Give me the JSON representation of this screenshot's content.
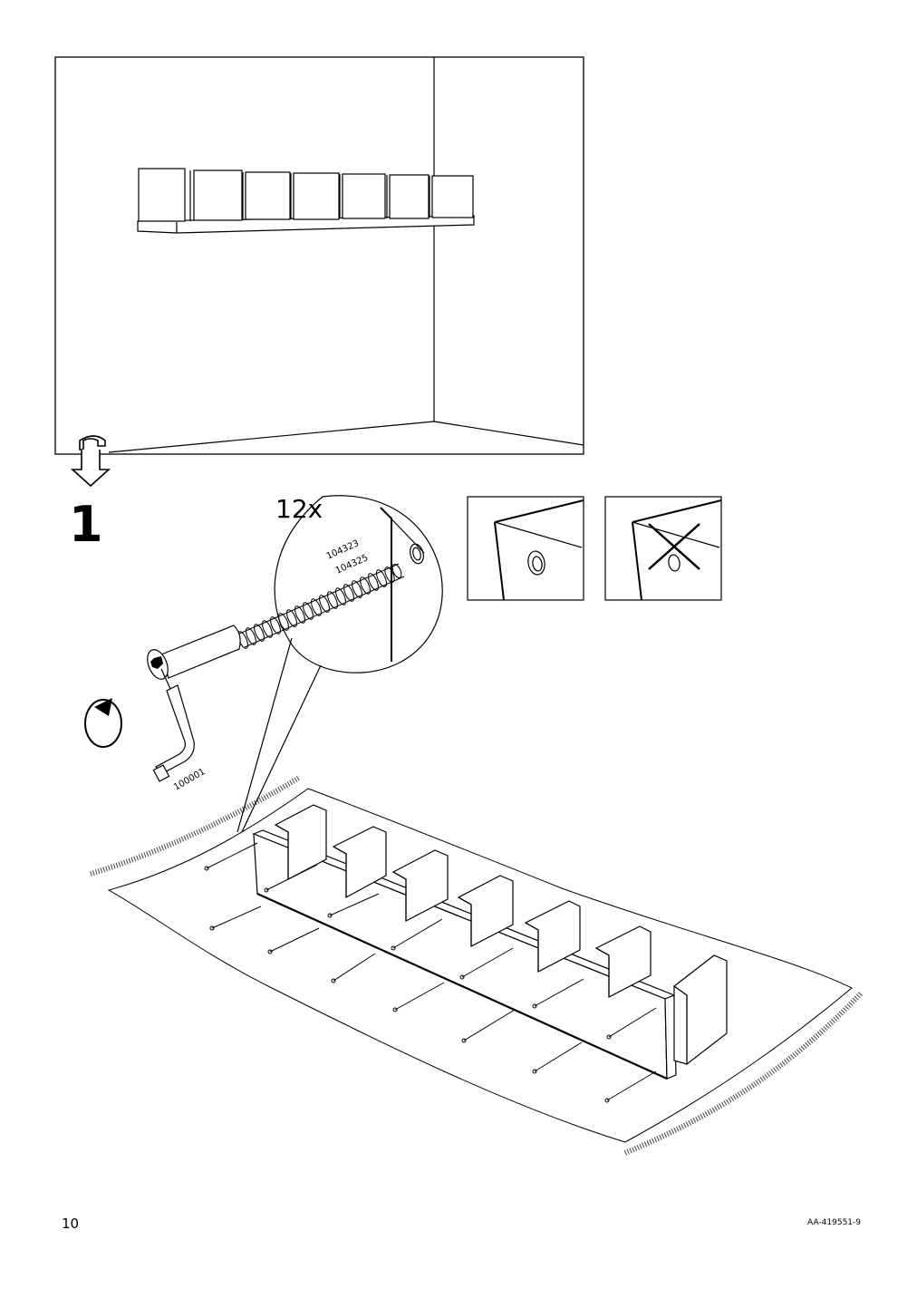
{
  "step": {
    "number": "1",
    "quantity": "12x"
  },
  "parts": {
    "screw_top": "104323",
    "screw_bottom": "104325",
    "allen_key": "100001"
  },
  "footer": {
    "page_number": "10",
    "document_code": "AA-419551-9"
  },
  "icons": {
    "turn_over": "turn-over-arrow-icon",
    "rotate": "rotate-icon",
    "correct": "correct-hole-icon",
    "incorrect": "incorrect-hole-icon"
  },
  "colors": {
    "ink": "#000000",
    "paper": "#ffffff"
  }
}
